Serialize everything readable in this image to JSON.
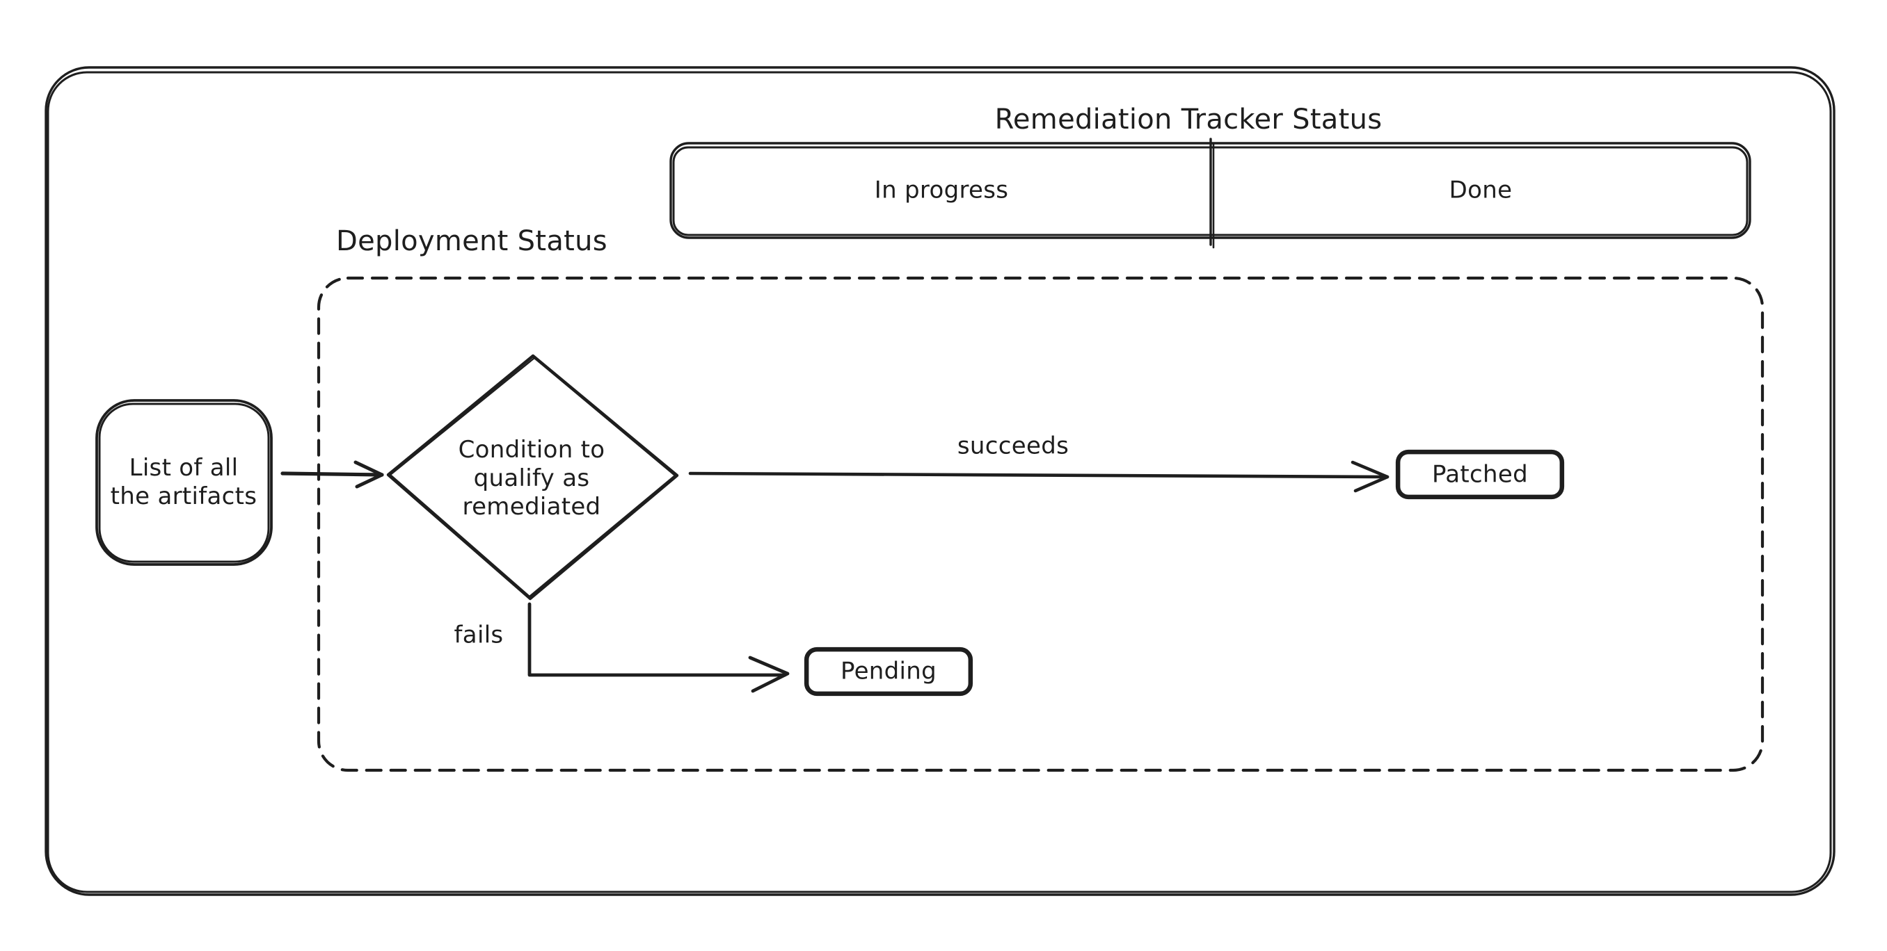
{
  "diagram": {
    "title": "Remediation Tracker Status",
    "tracker_table": {
      "cells": [
        {
          "label": "In progress"
        },
        {
          "label": "Done"
        }
      ]
    },
    "deployment_group": {
      "label": "Deployment Status"
    },
    "nodes": {
      "artifacts": {
        "label": "List of all\nthe artifacts"
      },
      "condition": {
        "label": "Condition to\nqualify as\nremediated"
      },
      "patched": {
        "label": "Patched"
      },
      "pending": {
        "label": "Pending"
      }
    },
    "edges": {
      "succeeds_label": "succeeds",
      "fails_label": "fails"
    },
    "colors": {
      "stroke": "#1e1e1e",
      "background": "#ffffff"
    }
  }
}
